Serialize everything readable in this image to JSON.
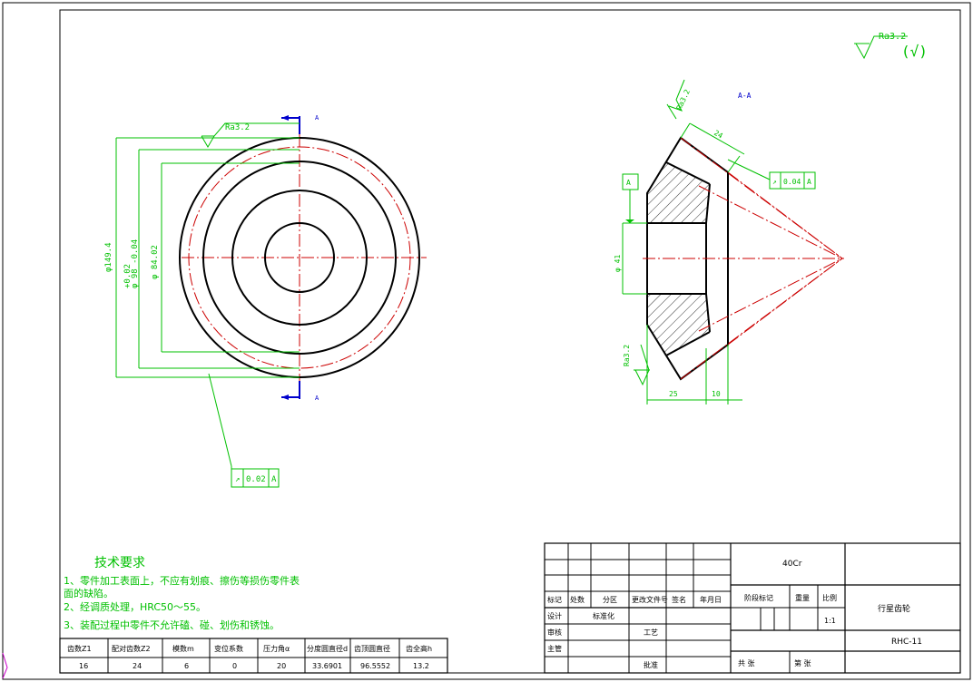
{
  "surface_finish": {
    "general_value": "Ra3.2",
    "general_note": "(√)",
    "top_view_value": "Ra3.2",
    "side_top_value": "Ra3.2",
    "side_bottom_value": "Ra3.2"
  },
  "section_label": "A-A",
  "section_marks": {
    "top": "A",
    "bottom": "A"
  },
  "front_view_dims": {
    "d1": "φ149.4",
    "d2": "φ 98 -0.04",
    "d2_tol": "+0.02",
    "d3": "φ 84.02"
  },
  "side_view_dims": {
    "bore": "φ 41",
    "width_top": "24",
    "width_bottom_left": "25",
    "width_bottom_right": "10",
    "datum": "A"
  },
  "gdt": {
    "runout_side": {
      "symbol": "↗",
      "value": "0.04",
      "datum": "A"
    },
    "runout_front": {
      "symbol": "↗",
      "value": "0.02",
      "datum": "A"
    }
  },
  "tech_requirements": {
    "title": "技术要求",
    "items": [
      "1、零件加工表面上，不应有划痕、擦伤等损伤零件表",
      "    面的缺陷。",
      "2、经调质处理，HRC50～55。",
      "3、装配过程中零件不允许磕、碰、划伤和锈蚀。"
    ]
  },
  "gear_table": {
    "headers": [
      "齿数Z1",
      "配对齿数Z2",
      "模数m",
      "变位系数",
      "压力角α",
      "分度圆直径d",
      "齿顶圆直径",
      "齿全高h"
    ],
    "values": [
      "16",
      "24",
      "6",
      "0",
      "20",
      "33.6901",
      "96.5552",
      "13.2"
    ]
  },
  "title_block": {
    "material": "40Cr",
    "part_name": "行星齿轮",
    "drawing_no": "RHC-11",
    "scale": "1:1",
    "revision_headers": [
      "标记",
      "处数",
      "分区",
      "更改文件号",
      "签名",
      "年月日"
    ],
    "stage_headers": [
      "阶段标记",
      "重量",
      "比例"
    ],
    "sign_labels": [
      "设计",
      "标准化",
      "审核",
      "工艺",
      "主管",
      "批准"
    ],
    "sheet_label": "共 张",
    "sheet_of": "第 张"
  }
}
